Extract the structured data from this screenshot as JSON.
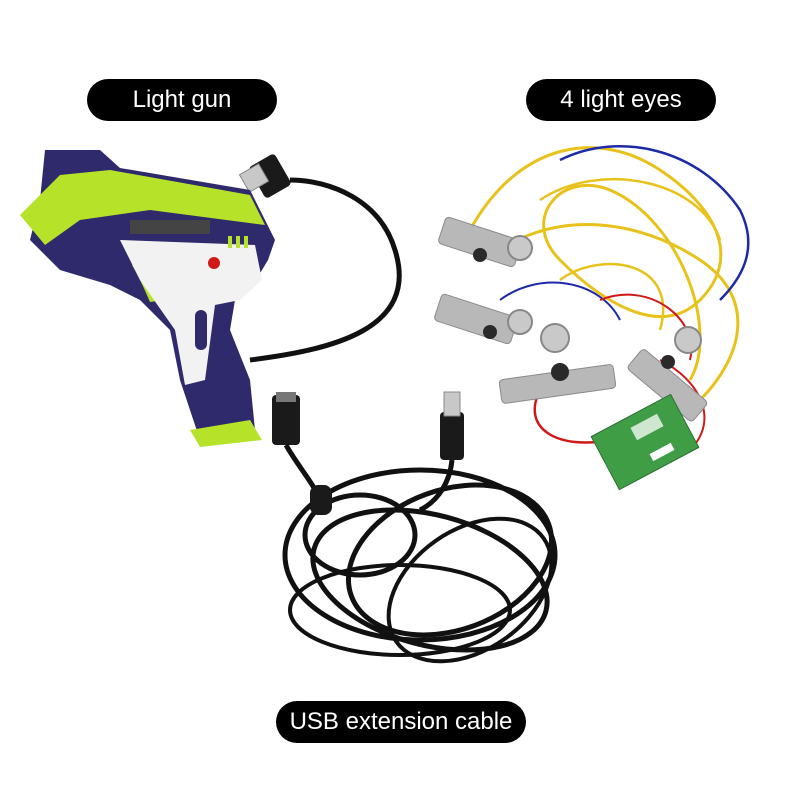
{
  "labels": {
    "gun": "Light gun",
    "eyes": "4 light eyes",
    "usb": "USB extension cable"
  },
  "colors": {
    "gun_body": "#2e2a6b",
    "gun_accent": "#b6e32a",
    "gun_white": "#f2f2f2",
    "cable": "#111111",
    "wire_yellow": "#e8c21a",
    "wire_red": "#d01818",
    "wire_blue": "#1c2aa8",
    "metal": "#b8b8b8",
    "pcb": "#3f9d46"
  },
  "icons": [
    "light-gun-image",
    "usb-plug-icon",
    "light-eye-sensor-icon",
    "circuit-board-icon",
    "coiled-cable-image"
  ]
}
